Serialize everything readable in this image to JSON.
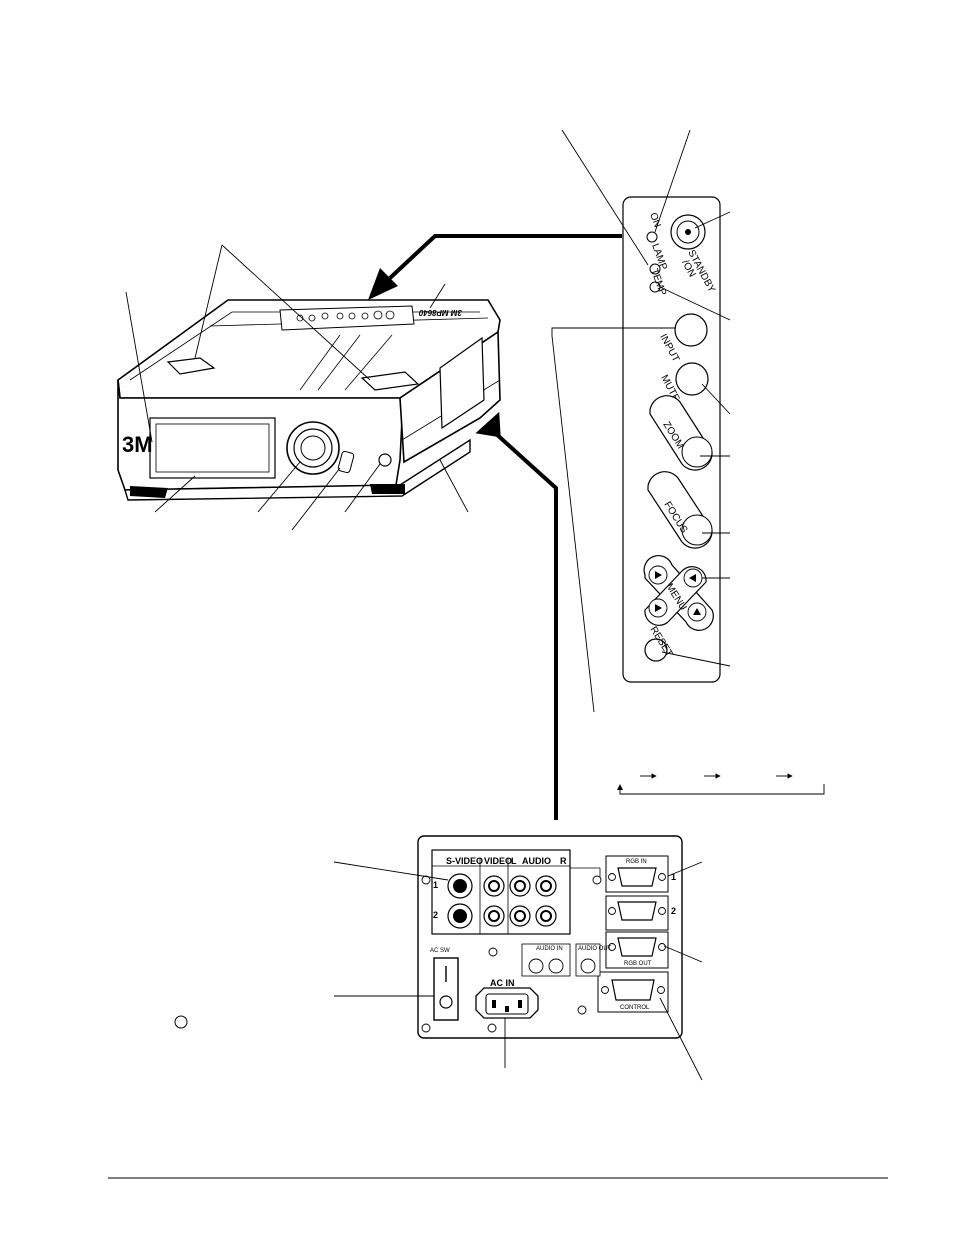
{
  "projector": {
    "brand_logo": "3M",
    "top_badge": "3M MP8640"
  },
  "control_panel": {
    "on": "ON",
    "lamp": "LAMP",
    "temp": "TEMP",
    "standby": "STANDBY",
    "on_slash": "/ON",
    "input": "INPUT",
    "mute": "MUTE",
    "zoom": "ZOOM",
    "focus": "FOCUS",
    "menu": "MENU",
    "reset": "RESET"
  },
  "rear_panel": {
    "s_video": "S-VIDEO",
    "video": "VIDEO",
    "audio_l": "L",
    "audio": "AUDIO",
    "audio_r": "R",
    "row1": "1",
    "row2": "2",
    "rgb_in": "RGB IN",
    "rgb_out": "RGB OUT",
    "rgb1": "1",
    "rgb2": "2",
    "ac_sw": "AC SW",
    "ac_in": "AC IN",
    "audio_in": "AUDIO IN",
    "audio_out": "AUDIO OUT",
    "control": "CONTROL"
  }
}
